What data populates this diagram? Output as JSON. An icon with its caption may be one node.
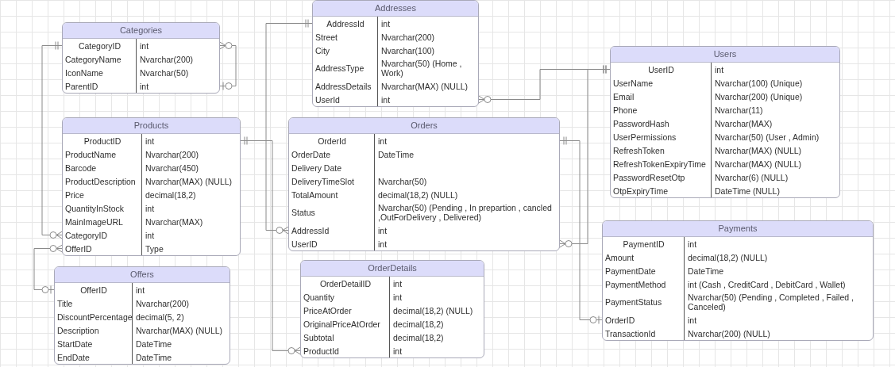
{
  "diagram": {
    "nodes": [
      {
        "text": [
          "Categories"
        ]
      },
      {
        "text": [
          "CategoryID",
          "int"
        ],
        "in": 0
      },
      {
        "text": [
          "CategoryName",
          "Nvarchar(200)"
        ],
        "in": 0
      },
      {
        "text": [
          "IconName",
          "Nvarchar(50)"
        ],
        "in": 0
      },
      {
        "text": [
          "ParentID",
          "int"
        ],
        "in": 0
      },
      {
        "text": [
          "Addresses"
        ]
      },
      {
        "text": [
          "AddressId",
          "int"
        ],
        "in": 5
      },
      {
        "text": [
          "Street",
          "Nvarchar(200)"
        ],
        "in": 5
      },
      {
        "text": [
          "City",
          "Nvarchar(100)"
        ],
        "in": 5
      },
      {
        "text": [
          "AddressType",
          "Nvarchar(50) (Home , Work)"
        ],
        "in": 5
      },
      {
        "text": [
          "AddressDetails",
          "Nvarchar(MAX) (NULL)"
        ],
        "in": 5
      },
      {
        "text": [
          "UserId",
          "int"
        ],
        "in": 5
      },
      {
        "text": [
          "Users"
        ]
      },
      {
        "text": [
          "UserID",
          "int"
        ],
        "in": 12
      },
      {
        "text": [
          "UserName",
          "Nvarchar(100) (Unique)"
        ],
        "in": 12
      },
      {
        "text": [
          "Email",
          "Nvarchar(200) (Unique)"
        ],
        "in": 12
      },
      {
        "text": [
          "Phone",
          "Nvarchar(11)"
        ],
        "in": 12
      },
      {
        "text": [
          "PasswordHash",
          "Nvarchar(MAX)"
        ],
        "in": 12
      },
      {
        "text": [
          "UserPermissions",
          "Nvarchar(50) (User , Admin)"
        ],
        "in": 12
      },
      {
        "text": [
          "RefreshToken",
          "Nvarchar(MAX) (NULL)"
        ],
        "in": 12
      },
      {
        "text": [
          "RefreshTokenExpiryTime",
          "Nvarchar(MAX) (NULL)"
        ],
        "in": 12
      },
      {
        "text": [
          "PasswordResetOtp",
          "Nvarchar(6) (NULL)"
        ],
        "in": 12
      },
      {
        "text": [
          "OtpExpiryTime",
          "DateTime (NULL)"
        ],
        "in": 12
      },
      {
        "text": [
          "Products"
        ]
      },
      {
        "text": [
          "ProductID",
          "int"
        ],
        "in": 23
      },
      {
        "text": [
          "ProductName",
          "Nvarchar(200)"
        ],
        "in": 23
      },
      {
        "text": [
          "Barcode",
          "Nvarchar(450)"
        ],
        "in": 23
      },
      {
        "text": [
          "ProductDescription",
          "Nvarchar(MAX) (NULL)"
        ],
        "in": 23
      },
      {
        "text": [
          "Price",
          "decimal(18,2)"
        ],
        "in": 23
      },
      {
        "text": [
          "QuantityInStock",
          "int"
        ],
        "in": 23
      },
      {
        "text": [
          "MainImageURL",
          "Nvarchar(MAX)"
        ],
        "in": 23
      },
      {
        "text": [
          "CategoryID",
          "int"
        ],
        "in": 23
      },
      {
        "text": [
          "OfferID",
          "Type"
        ],
        "in": 23
      },
      {
        "text": [
          "Orders"
        ]
      },
      {
        "text": [
          "OrderId",
          "int"
        ],
        "in": 33
      },
      {
        "text": [
          "OrderDate",
          "DateTime"
        ],
        "in": 33
      },
      {
        "text": [
          "Delivery Date"
        ],
        "in": 33
      },
      {
        "text": [
          "DeliveryTimeSlot",
          "Nvarchar(50)"
        ],
        "in": 33
      },
      {
        "text": [
          "TotalAmount",
          "decimal(18,2) (NULL)"
        ],
        "in": 33
      },
      {
        "text": [
          "Status",
          "Nvarchar(50) (Pending , In prepartion , cancled ,OutForDelivery , Delivered)"
        ],
        "in": 33
      },
      {
        "text": [
          "AddressId",
          "int"
        ],
        "in": 33
      },
      {
        "text": [
          "UserID",
          "int"
        ],
        "in": 33
      },
      {
        "text": [
          "Offers"
        ]
      },
      {
        "text": [
          "OfferID",
          "int"
        ],
        "in": 42
      },
      {
        "text": [
          "Title",
          "Nvarchar(200)"
        ],
        "in": 42
      },
      {
        "text": [
          "DiscountPercentage",
          "decimal(5, 2)"
        ],
        "in": 42
      },
      {
        "text": [
          "Description",
          "Nvarchar(MAX) (NULL)"
        ],
        "in": 42
      },
      {
        "text": [
          "StartDate",
          "DateTime"
        ],
        "in": 42
      },
      {
        "text": [
          "EndDate",
          "DateTime"
        ],
        "in": 42
      },
      {
        "text": [
          "OrderDetails"
        ]
      },
      {
        "text": [
          "OrderDetailID",
          "int"
        ],
        "in": 49
      },
      {
        "text": [
          "Quantity",
          "int"
        ],
        "in": 49
      },
      {
        "text": [
          "PriceAtOrder",
          "decimal(18,2) (NULL)"
        ],
        "in": 49
      },
      {
        "text": [
          "OriginalPriceAtOrder",
          "decimal(18,2)"
        ],
        "in": 49
      },
      {
        "text": [
          "Subtotal",
          "decimal(18,2)"
        ],
        "in": 49
      },
      {
        "text": [
          "ProductId",
          "int"
        ],
        "in": 49
      },
      {
        "text": [
          "Payments"
        ]
      },
      {
        "text": [
          "PaymentID",
          "int"
        ],
        "in": 56
      },
      {
        "text": [
          "Amount",
          "decimal(18,2) (NULL)"
        ],
        "in": 56
      },
      {
        "text": [
          "PaymentDate",
          "DateTime"
        ],
        "in": 56
      },
      {
        "text": [
          "PaymentMethod",
          "int (Cash , CreditCard , DebitCard , Wallet)"
        ],
        "in": 56
      },
      {
        "text": [
          "PaymentStatus",
          "Nvarchar(50) (Pending , Completed , Failed , Canceled)"
        ],
        "in": 56
      },
      {
        "text": [
          "OrderID",
          "int"
        ],
        "in": 56
      },
      {
        "text": [
          "TransactionId",
          "Nvarchar(200) (NULL)"
        ],
        "in": 56
      }
    ],
    "edges": [
      {
        "from": 1,
        "to": 31,
        "arrow": "other"
      },
      {
        "from": 1,
        "to": 4,
        "arrow": "other"
      },
      {
        "from": 24,
        "to": 55,
        "arrow": "other"
      },
      {
        "from": 32,
        "to": 43,
        "arrow": "other"
      },
      {
        "from": 6,
        "to": 40,
        "arrow": "other"
      },
      {
        "from": 11,
        "to": 13,
        "arrow": "other"
      },
      {
        "from": 41,
        "to": 13,
        "arrow": "other"
      },
      {
        "from": 34,
        "to": 62,
        "arrow": "other"
      }
    ]
  }
}
